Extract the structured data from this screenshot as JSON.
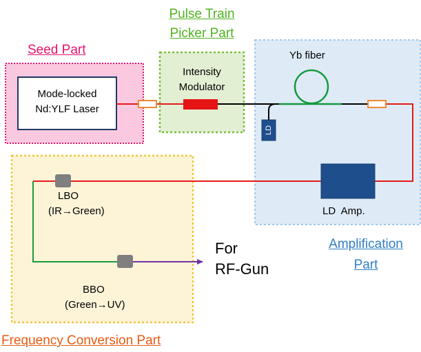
{
  "colors": {
    "seed": "#e8126e",
    "picker": "#4fb21f",
    "amplification": "#2e7ec4",
    "frequency": "#e85b10",
    "beam_red": "#e11b1b",
    "fiber_green": "#169a3c",
    "uv_purple": "#7030a0",
    "ld_blue": "#1f4e8c",
    "modulator_red": "#e51515",
    "connector_orange": "#f28a2d",
    "crystal_gray": "#7f7f7f"
  },
  "sections": {
    "seed": {
      "title": "Seed Part"
    },
    "picker": {
      "title_line1": "Pulse Train",
      "title_line2": "Picker Part"
    },
    "amplification": {
      "title_line1": "Amplification",
      "title_line2": "Part"
    },
    "frequency": {
      "title": "Frequency Conversion Part"
    }
  },
  "components": {
    "laser": {
      "line1": "Mode-locked",
      "line2": "Nd:YLF Laser"
    },
    "modulator": {
      "line1": "Intensity",
      "line2": "Modulator"
    },
    "yb_fiber": "Yb fiber",
    "ld_pump": "LD",
    "ld_amp": "LD  Amp.",
    "lbo": {
      "line1": "LBO",
      "line2": "(IR→Green)"
    },
    "bbo": {
      "line1": "BBO",
      "line2": "(Green→UV)"
    },
    "output": {
      "line1": "For",
      "line2": "RF-Gun"
    }
  }
}
